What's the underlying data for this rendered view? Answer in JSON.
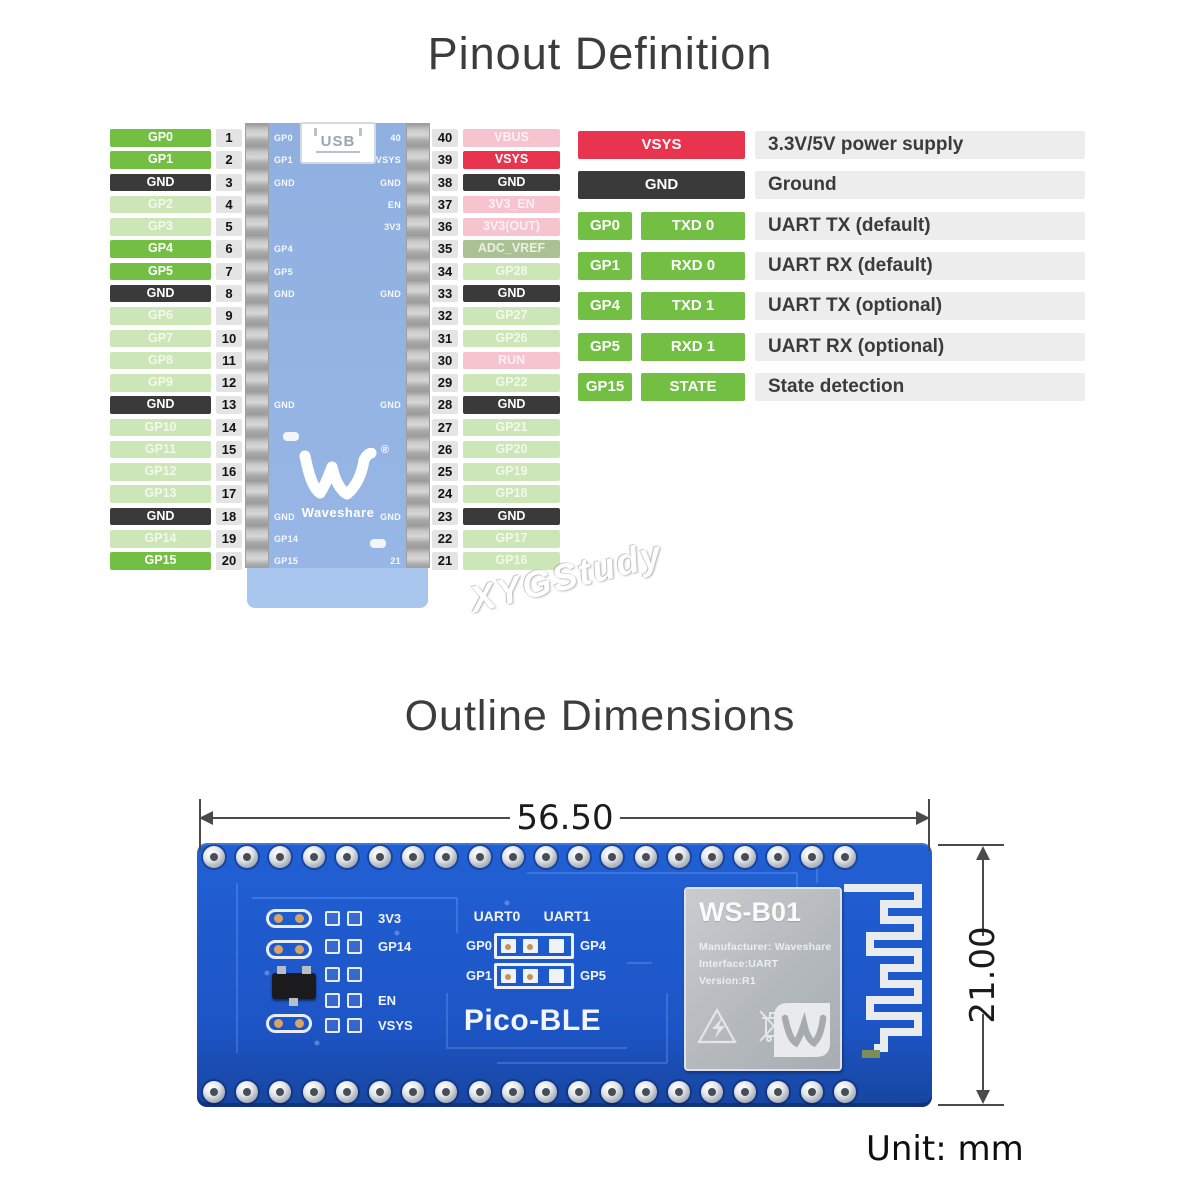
{
  "titles": {
    "pinout": "Pinout Definition",
    "outline": "Outline Dimensions",
    "unit": "Unit: mm"
  },
  "watermark": "XYGStudy",
  "colors": {
    "active_green": "#72bf44",
    "faded_green": "#cde6b8",
    "gnd_black": "#3a3a3a",
    "power_red": "#e8344f",
    "faded_pink": "#f6c4ce",
    "adc_sage": "#a9c193",
    "pcb_blue": "#1d55c6",
    "pico_blue": "#93b2e2"
  },
  "left_pins": [
    {
      "num": "1",
      "label": "GP0",
      "type": "green"
    },
    {
      "num": "2",
      "label": "GP1",
      "type": "green"
    },
    {
      "num": "3",
      "label": "GND",
      "type": "black"
    },
    {
      "num": "4",
      "label": "GP2",
      "type": "green_faded"
    },
    {
      "num": "5",
      "label": "GP3",
      "type": "green_faded"
    },
    {
      "num": "6",
      "label": "GP4",
      "type": "green"
    },
    {
      "num": "7",
      "label": "GP5",
      "type": "green"
    },
    {
      "num": "8",
      "label": "GND",
      "type": "black"
    },
    {
      "num": "9",
      "label": "GP6",
      "type": "green_faded"
    },
    {
      "num": "10",
      "label": "GP7",
      "type": "green_faded"
    },
    {
      "num": "11",
      "label": "GP8",
      "type": "green_faded"
    },
    {
      "num": "12",
      "label": "GP9",
      "type": "green_faded"
    },
    {
      "num": "13",
      "label": "GND",
      "type": "black"
    },
    {
      "num": "14",
      "label": "GP10",
      "type": "green_faded"
    },
    {
      "num": "15",
      "label": "GP11",
      "type": "green_faded"
    },
    {
      "num": "16",
      "label": "GP12",
      "type": "green_faded"
    },
    {
      "num": "17",
      "label": "GP13",
      "type": "green_faded"
    },
    {
      "num": "18",
      "label": "GND",
      "type": "black"
    },
    {
      "num": "19",
      "label": "GP14",
      "type": "green_faded"
    },
    {
      "num": "20",
      "label": "GP15",
      "type": "green"
    }
  ],
  "right_pins": [
    {
      "num": "40",
      "label": "VBUS",
      "type": "pink_faded"
    },
    {
      "num": "39",
      "label": "VSYS",
      "type": "red"
    },
    {
      "num": "38",
      "label": "GND",
      "type": "black"
    },
    {
      "num": "37",
      "label": "3V3_EN",
      "type": "pink_faded"
    },
    {
      "num": "36",
      "label": "3V3(OUT)",
      "type": "pink_faded"
    },
    {
      "num": "35",
      "label": "ADC_VREF",
      "type": "sage"
    },
    {
      "num": "34",
      "label": "GP28",
      "type": "green_faded"
    },
    {
      "num": "33",
      "label": "GND",
      "type": "black"
    },
    {
      "num": "32",
      "label": "GP27",
      "type": "green_faded"
    },
    {
      "num": "31",
      "label": "GP26",
      "type": "green_faded"
    },
    {
      "num": "30",
      "label": "RUN",
      "type": "pink_faded"
    },
    {
      "num": "29",
      "label": "GP22",
      "type": "green_faded"
    },
    {
      "num": "28",
      "label": "GND",
      "type": "black"
    },
    {
      "num": "27",
      "label": "GP21",
      "type": "green_faded"
    },
    {
      "num": "26",
      "label": "GP20",
      "type": "green_faded"
    },
    {
      "num": "25",
      "label": "GP19",
      "type": "green_faded"
    },
    {
      "num": "24",
      "label": "GP18",
      "type": "green_faded"
    },
    {
      "num": "23",
      "label": "GND",
      "type": "black"
    },
    {
      "num": "22",
      "label": "GP17",
      "type": "green_faded"
    },
    {
      "num": "21",
      "label": "GP16",
      "type": "green_faded"
    }
  ],
  "legend": [
    {
      "badges": [
        "VSYS"
      ],
      "type": "red",
      "desc": "3.3V/5V power supply"
    },
    {
      "badges": [
        "GND"
      ],
      "type": "black",
      "desc": "Ground"
    },
    {
      "badges": [
        "GP0",
        "TXD 0"
      ],
      "type": "green",
      "desc": "UART TX (default)"
    },
    {
      "badges": [
        "GP1",
        "RXD 0"
      ],
      "type": "green",
      "desc": "UART RX (default)"
    },
    {
      "badges": [
        "GP4",
        "TXD 1"
      ],
      "type": "green",
      "desc": "UART TX (optional)"
    },
    {
      "badges": [
        "GP5",
        "RXD 1"
      ],
      "type": "green",
      "desc": "UART RX (optional)"
    },
    {
      "badges": [
        "GP15",
        "STATE"
      ],
      "type": "green",
      "desc": "State detection"
    }
  ],
  "pico_board": {
    "usb_label": "USB",
    "brand": "Waveshare",
    "brand_mark": "®",
    "silk_left": [
      {
        "row": 1,
        "t": "GP0"
      },
      {
        "row": 2,
        "t": "GP1"
      },
      {
        "row": 3,
        "t": "GND"
      },
      {
        "row": 6,
        "t": "GP4"
      },
      {
        "row": 7,
        "t": "GP5"
      },
      {
        "row": 8,
        "t": "GND"
      },
      {
        "row": 13,
        "t": "GND"
      },
      {
        "row": 18,
        "t": "GND"
      },
      {
        "row": 19,
        "t": "GP14"
      },
      {
        "row": 20,
        "t": "GP15"
      }
    ],
    "silk_right": [
      {
        "row": 1,
        "t": "40"
      },
      {
        "row": 2,
        "t": "VSYS"
      },
      {
        "row": 3,
        "t": "GND"
      },
      {
        "row": 4,
        "t": "EN"
      },
      {
        "row": 5,
        "t": "3V3"
      },
      {
        "row": 8,
        "t": "GND"
      },
      {
        "row": 13,
        "t": "GND"
      },
      {
        "row": 18,
        "t": "GND"
      },
      {
        "row": 20,
        "t": "21"
      }
    ]
  },
  "outline_board": {
    "name": "Pico-BLE",
    "width_dim": "56.50",
    "height_dim": "21.00",
    "module": {
      "title": "WS-B01",
      "lines": [
        "Manufacturer:  Waveshare",
        "Interface:UART",
        "Version:R1"
      ]
    },
    "pad_labels": [
      {
        "t": "3V3"
      },
      {
        "t": "GP14"
      },
      {
        "t": ""
      },
      {
        "t": "EN"
      },
      {
        "t": "VSYS"
      }
    ],
    "uart_headers": [
      "UART0",
      "UART1"
    ],
    "jumpers": [
      {
        "left": "GP0",
        "right": "GP4"
      },
      {
        "left": "GP1",
        "right": "GP5"
      }
    ]
  }
}
